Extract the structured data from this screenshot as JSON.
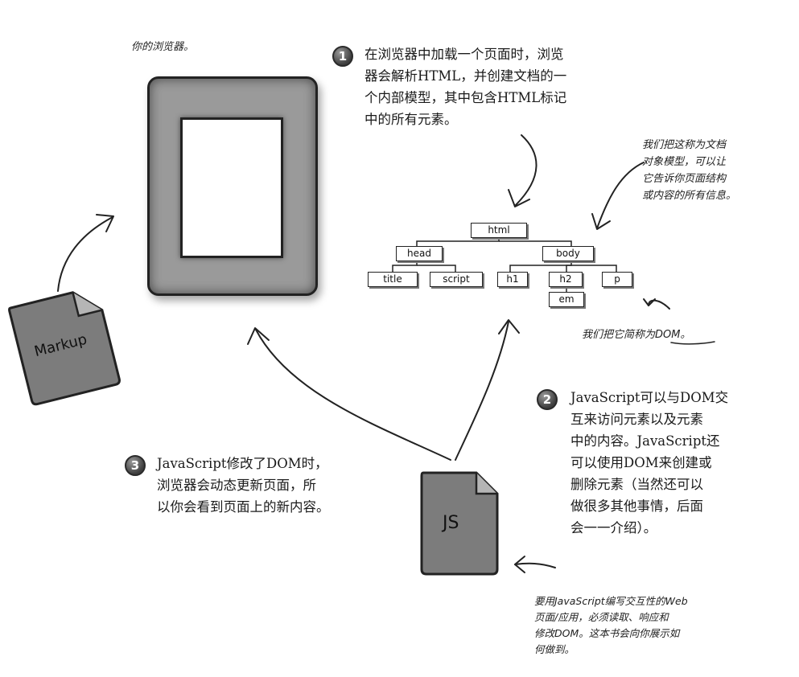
{
  "browser_label": "你的浏览器。",
  "step1": {
    "number": "1",
    "lines": [
      "在浏览器中加载一个页面时，浏览",
      "器会解析HTML，并创建文档的一",
      "个内部模型，其中包含HTML标记",
      "中的所有元素。"
    ]
  },
  "note_dom_model": {
    "lines": [
      "我们把这称为文档",
      "对象模型，可以让",
      "它告诉你页面结构",
      "或内容的所有信息。"
    ]
  },
  "dom_tree": {
    "html": "html",
    "head": "head",
    "body": "body",
    "title": "title",
    "script": "script",
    "h1": "h1",
    "h2": "h2",
    "p": "p",
    "em": "em"
  },
  "note_dom_abbrev": {
    "prefix": "我们把它简称为",
    "highlight": "DOM",
    "suffix": "。"
  },
  "step2": {
    "number": "2",
    "lines": [
      "JavaScript可以与DOM交",
      "互来访问元素以及元素",
      "中的内容。JavaScript还",
      "可以使用DOM来创建或",
      "删除元素（当然还可以",
      "做很多其他事情，后面",
      "会一一介绍）。"
    ]
  },
  "step3": {
    "number": "3",
    "lines": [
      "JavaScript修改了DOM时，",
      "浏览器会动态更新页面，所",
      "以你会看到页面上的新内容。"
    ]
  },
  "markup_file": {
    "label": "Markup"
  },
  "js_file": {
    "label": "JS"
  },
  "note_js": {
    "lines": [
      "要用JavaScript编写交互性的Web",
      "页面/应用，必须读取、响应和",
      "修改DOM。这本书会向你展示如",
      "何做到。"
    ]
  }
}
